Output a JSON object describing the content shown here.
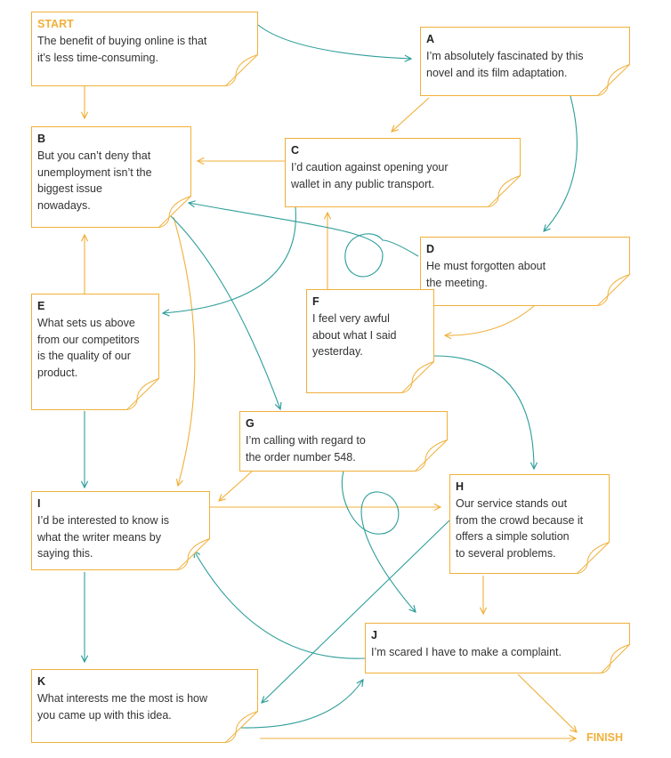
{
  "colors": {
    "orange": "#f0b03a",
    "teal": "#2e9e9a",
    "text": "#333333"
  },
  "cards": [
    {
      "id": "start",
      "label": "START",
      "text": [
        "The benefit of buying online is that",
        "it’s less time-consuming."
      ]
    },
    {
      "id": "A",
      "label": "A",
      "text": [
        "I’m absolutely fascinated by this",
        "novel and its film adaptation."
      ]
    },
    {
      "id": "B",
      "label": "B",
      "text": [
        "But you can’t deny that",
        "unemployment isn’t the",
        "biggest issue",
        "nowadays."
      ]
    },
    {
      "id": "C",
      "label": "C",
      "text": [
        "I’d caution against opening your",
        "wallet in any public transport."
      ]
    },
    {
      "id": "D",
      "label": "D",
      "text": [
        "He must forgotten about",
        "the meeting."
      ]
    },
    {
      "id": "E",
      "label": "E",
      "text": [
        "What sets us above",
        "from our competitors",
        "is the quality of our",
        "product."
      ]
    },
    {
      "id": "F",
      "label": "F",
      "text": [
        "I feel very awful",
        "about what I said",
        "yesterday."
      ]
    },
    {
      "id": "G",
      "label": "G",
      "text": [
        "I’m calling with regard to",
        "the order number 548."
      ]
    },
    {
      "id": "H",
      "label": "H",
      "text": [
        "Our service stands out",
        "from the crowd because it",
        "offers a simple solution",
        "to several problems."
      ]
    },
    {
      "id": "I",
      "label": "I",
      "text": [
        "I’d be interested to know is",
        "what the writer means by",
        "saying this."
      ]
    },
    {
      "id": "J",
      "label": "J",
      "text": [
        "I’m scared I have to make a complaint."
      ]
    },
    {
      "id": "K",
      "label": "K",
      "text": [
        "What interests me the most is how",
        "you came up with this idea."
      ]
    }
  ],
  "finish": "FINISH"
}
